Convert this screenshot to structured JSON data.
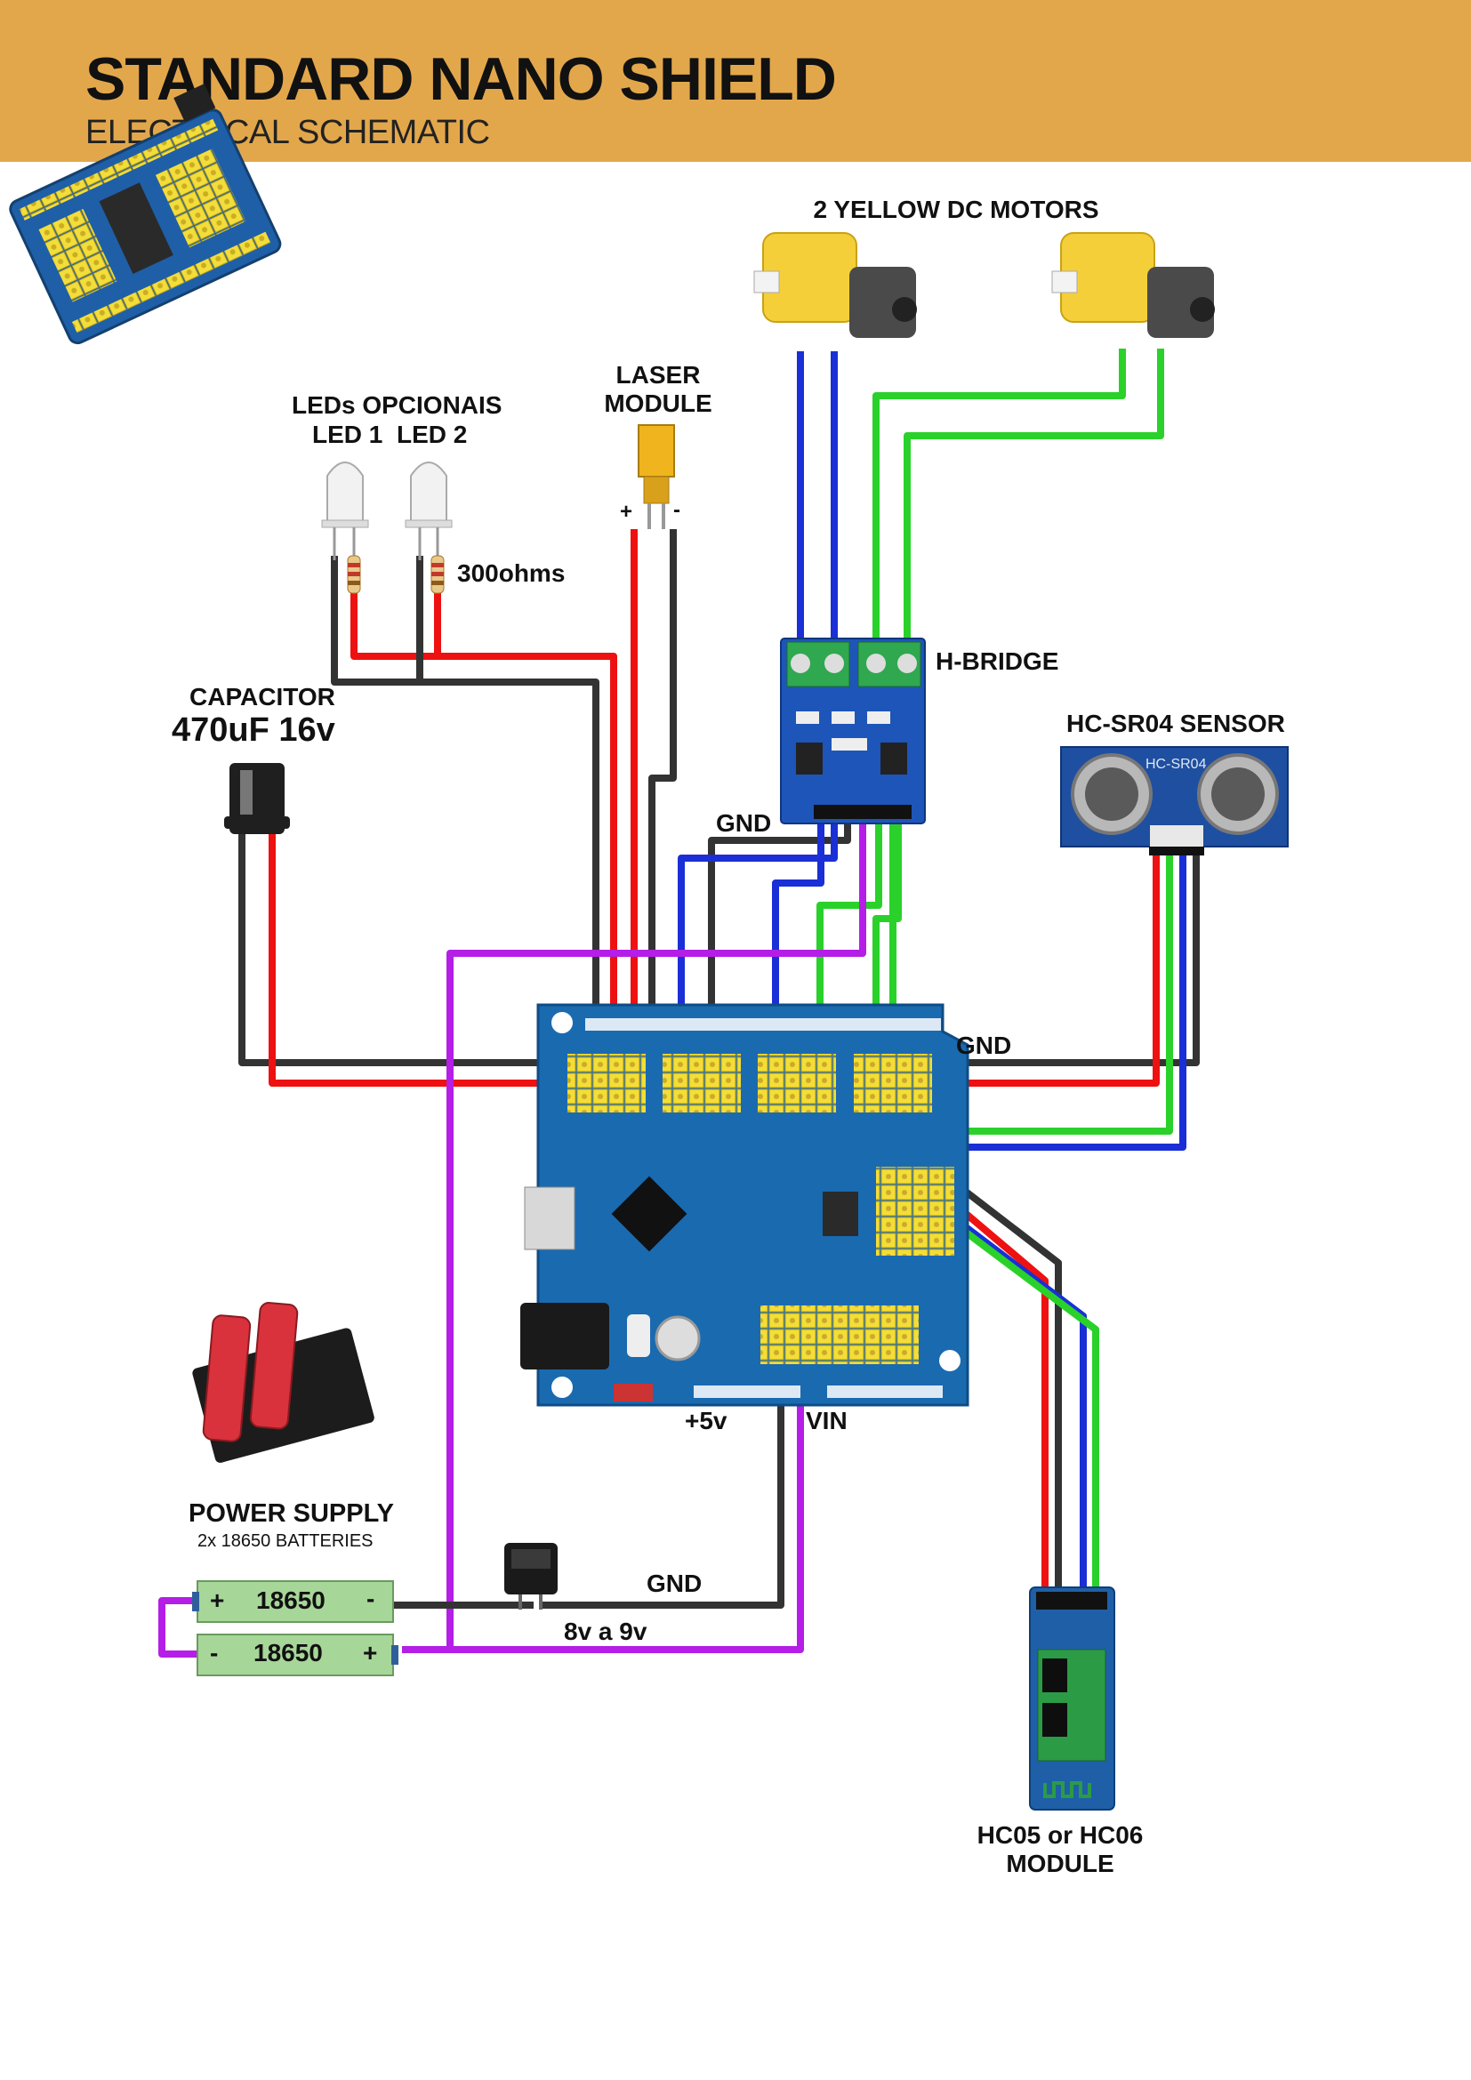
{
  "header": {
    "title": "STANDARD NANO SHIELD",
    "subtitle": "ELECTRICAL SCHEMATIC",
    "background_color": "#e3a74b"
  },
  "components": {
    "motors": "2 YELLOW DC MOTORS",
    "laser_line1": "LASER",
    "laser_line2": "MODULE",
    "laser_plus": "+",
    "laser_minus": "-",
    "leds_title": "LEDs OPCIONAIS",
    "led1": "LED 1",
    "led2": "LED 2",
    "resistor": "300ohms",
    "capacitor_title": "CAPACITOR",
    "capacitor_value": "470uF 16v",
    "hbridge": "H-BRIDGE",
    "sensor": "HC-SR04 SENSOR",
    "sensor_board_text": "HC-SR04",
    "power_title": "POWER SUPPLY",
    "power_sub": "2x 18650 BATTERIES",
    "battery1": "18650",
    "battery2": "18650",
    "bt_line1": "HC05 or HC06",
    "bt_line2": "MODULE"
  },
  "wire_labels": {
    "gnd_hbridge": "GND",
    "gnd_sensor": "GND",
    "gnd_power": "GND",
    "plus5v": "+5v",
    "vin": "VIN",
    "voltage": "8v a 9v"
  },
  "wire_colors": {
    "red": "#ee1111",
    "black": "#333333",
    "blue": "#1a2fd6",
    "green": "#2ad12a",
    "purple": "#b41ee6"
  }
}
